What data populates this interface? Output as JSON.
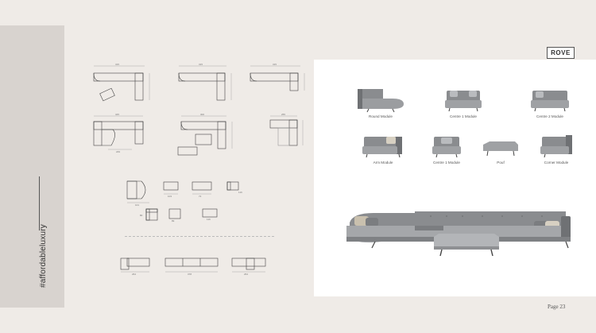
{
  "sidebar": {
    "hashtag": "#affordableluxury"
  },
  "brand": {
    "name": "ROVE"
  },
  "footer": {
    "page_label": "Page 23"
  },
  "modules": {
    "row1": [
      {
        "id": "round",
        "caption": "Round Module"
      },
      {
        "id": "centre1",
        "caption": "Centre 1 Module"
      },
      {
        "id": "centre2",
        "caption": "Centre 2 Module"
      }
    ],
    "row2": [
      {
        "id": "arm",
        "caption": "Arm Module"
      },
      {
        "id": "centre1b",
        "caption": "Centre 1 Module"
      },
      {
        "id": "pouf",
        "caption": "Pouf"
      },
      {
        "id": "corner",
        "caption": "Corner Module"
      }
    ]
  },
  "diagram_labels": {
    "d1": "315",
    "d2": "315",
    "d3": "315",
    "d4": "345",
    "d5": "300",
    "d6": "255",
    "d7": "249",
    "d8": "101",
    "d9": "103",
    "d10": "72",
    "d11": "80",
    "d12": "89",
    "d13": "116",
    "d14": "116",
    "d15": "264",
    "d16": "378",
    "d17": "264"
  }
}
